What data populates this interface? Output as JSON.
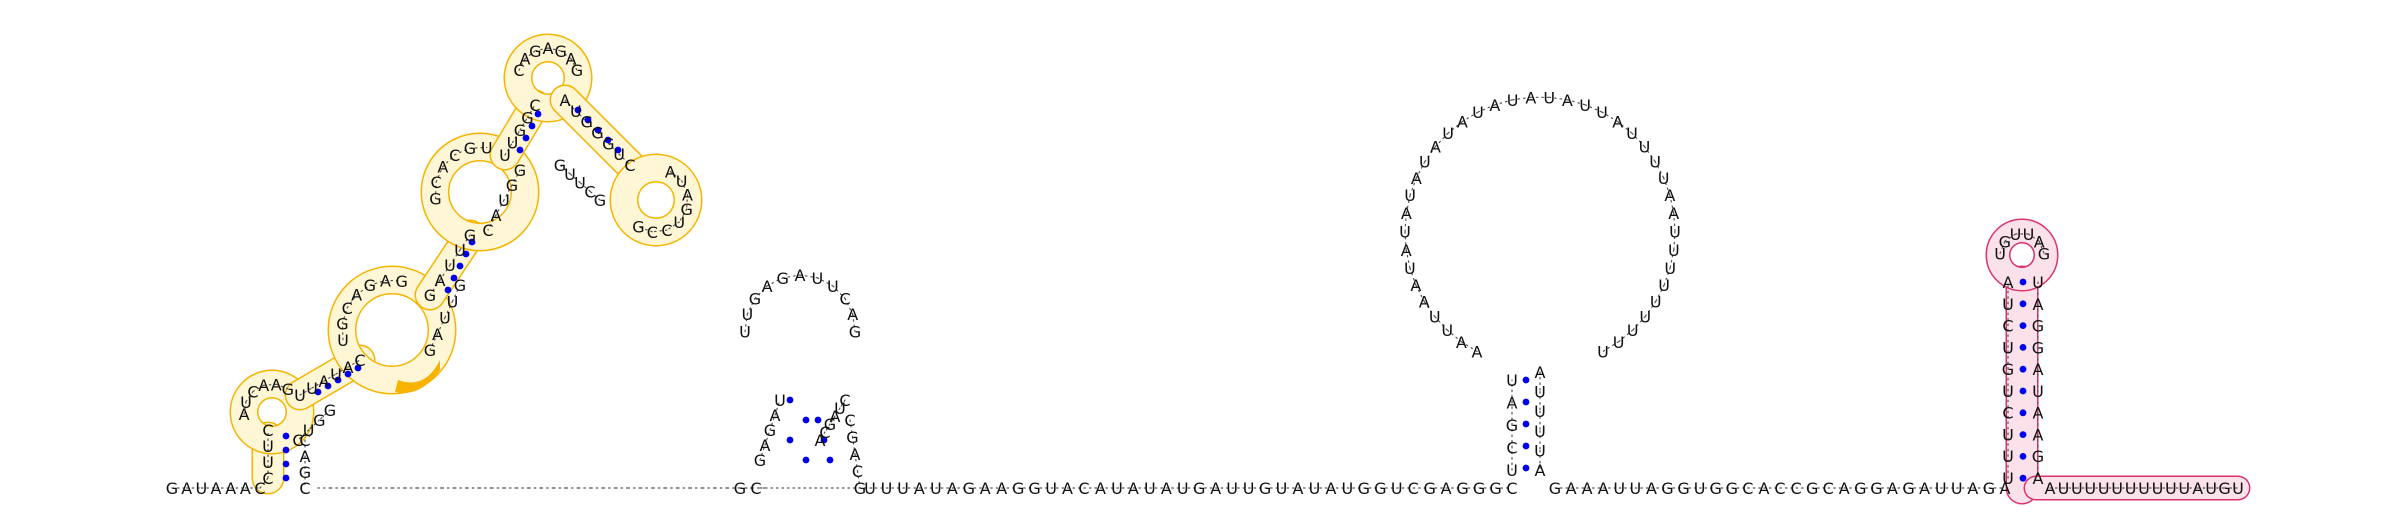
{
  "diagram": {
    "type": "rna-secondary-structure",
    "colors": {
      "base_text": "#111111",
      "backbone": "#555555",
      "pair_dot": "#0000ee",
      "highlight_yellow_stroke": "#f4b400",
      "highlight_yellow_fill": "#fff6d6",
      "highlight_yellow_strong": "#f6b400",
      "highlight_pink_stroke": "#d9356b",
      "highlight_pink_fill": "#fbe1ea"
    },
    "segments": {
      "lead_unpaired": "GAUAAAC",
      "stem1_5p": "CUUCAUCAAG",
      "loop1a": "UUAUAC",
      "stem1_inner": "UGCAGAG",
      "loop1b": "GAUUGGCACGU",
      "stem1_3p": "AUGGGUCAUAGUCCGGCUUG",
      "gap_unpaired_dots": 36,
      "domain2_left": "GCGAGAUUGAGAU",
      "domain2_loop": "UUGAGAUUCAG",
      "domain2_right": "CUAGCACGACG",
      "spacer1": "UUUAUAGAAGGUACAUAUAUGAUUGUAUAUGGUCGAGGGC",
      "stem3_5p": "UCGAU",
      "loop3": "AAUUAAUAUAUAUAUAUAUAUAUUAUUUUAAUUUUUUUUU",
      "stem3_3p": "AUUUUA",
      "spacer2": "GAAAUUAGGUGGCACCGCAGGAGAUUAGA",
      "stem4_5p": "UUUCUGUCUA",
      "loop4": "UGUUAG",
      "stem4_3p": "UAGGAUAAGAGA",
      "tail": "AUUUUUUUUUUAUGU"
    }
  }
}
